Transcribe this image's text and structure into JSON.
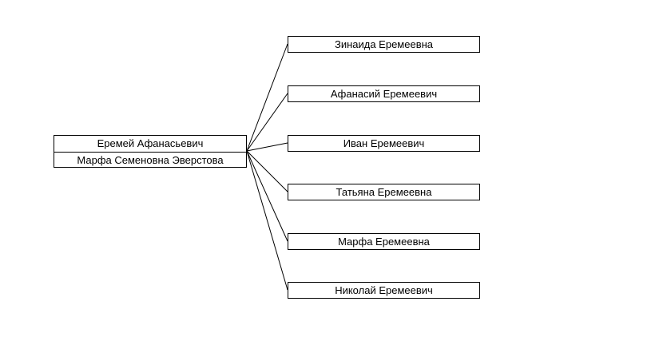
{
  "parents": {
    "father": "Еремей Афанасьевич",
    "mother": "Марфа Семеновна Эверстова"
  },
  "children": [
    "Зинаида Еремеевна",
    "Афанасий Еремеевич",
    "Иван Еремеевич",
    "Татьяна Еремеевна",
    "Марфа Еремеевна",
    "Николай Еремеевич"
  ]
}
